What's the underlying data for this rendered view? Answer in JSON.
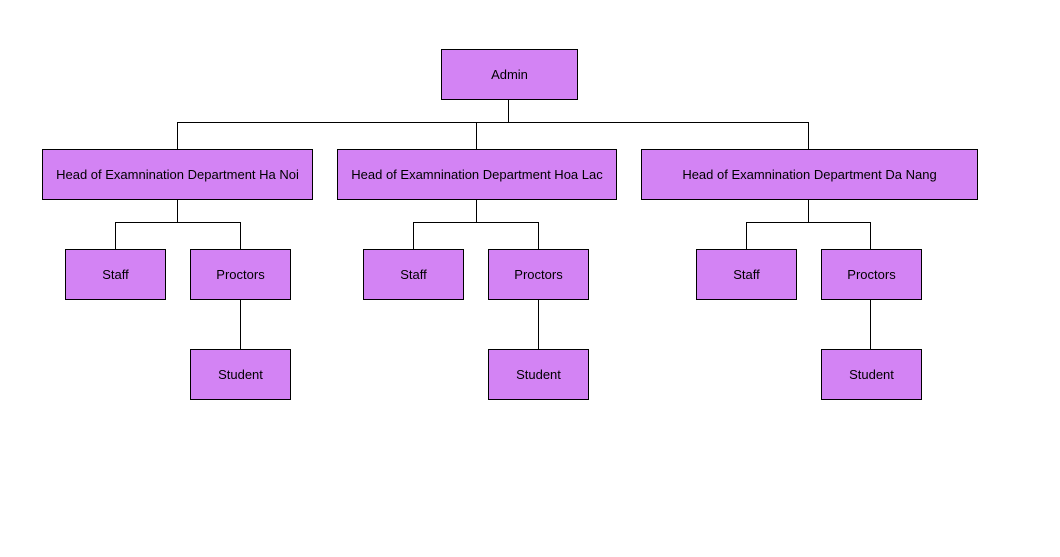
{
  "colors": {
    "node_fill": "#d383f4",
    "node_border": "#000000",
    "connector": "#000000"
  },
  "diagram": {
    "root": {
      "label": "Admin"
    },
    "departments": [
      {
        "label": "Head of Examnination Department Ha Noi",
        "children": {
          "staff": "Staff",
          "proctors": "Proctors",
          "student": "Student"
        }
      },
      {
        "label": "Head of Examnination Department Hoa Lac",
        "children": {
          "staff": "Staff",
          "proctors": "Proctors",
          "student": "Student"
        }
      },
      {
        "label": "Head of Examnination Department Da Nang",
        "children": {
          "staff": "Staff",
          "proctors": "Proctors",
          "student": "Student"
        }
      }
    ]
  }
}
